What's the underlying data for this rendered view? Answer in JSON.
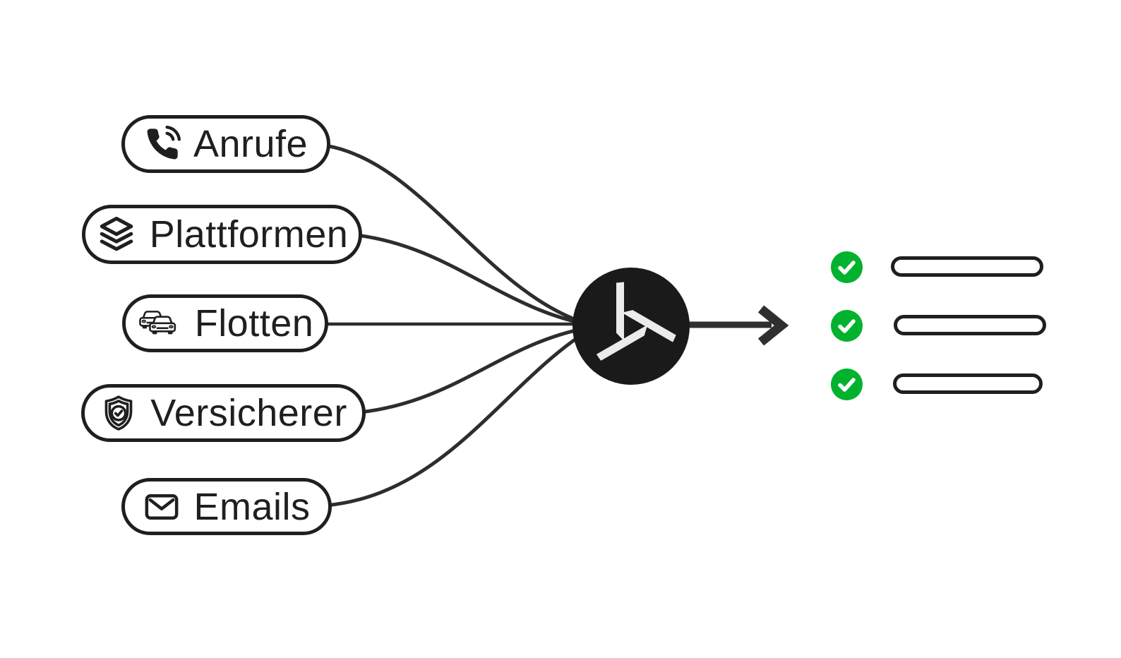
{
  "diagram": {
    "sources": [
      {
        "label": "Anrufe",
        "icon": "phone-call-icon"
      },
      {
        "label": "Plattformen",
        "icon": "layers-icon"
      },
      {
        "label": "Flotten",
        "icon": "fleet-cars-icon"
      },
      {
        "label": "Versicherer",
        "icon": "shield-check-icon"
      },
      {
        "label": "Emails",
        "icon": "email-icon"
      }
    ],
    "hub": {
      "icon": "turbine-logo-icon",
      "fill": "#1a1a1a",
      "blade_color": "#ebebeb"
    },
    "arrow": {
      "direction": "right"
    },
    "outputs": {
      "rows": [
        {
          "status_icon": "check-circle-icon"
        },
        {
          "status_icon": "check-circle-icon"
        },
        {
          "status_icon": "check-circle-icon"
        }
      ]
    },
    "colors": {
      "background": "#ffffff",
      "node_border": "#1f1f1f",
      "text": "#1f1f1f",
      "connector_line": "#2d2d2d",
      "success_green": "#00b22d",
      "hub_fill": "#1a1a1a",
      "hub_blades": "#ebebeb"
    }
  }
}
